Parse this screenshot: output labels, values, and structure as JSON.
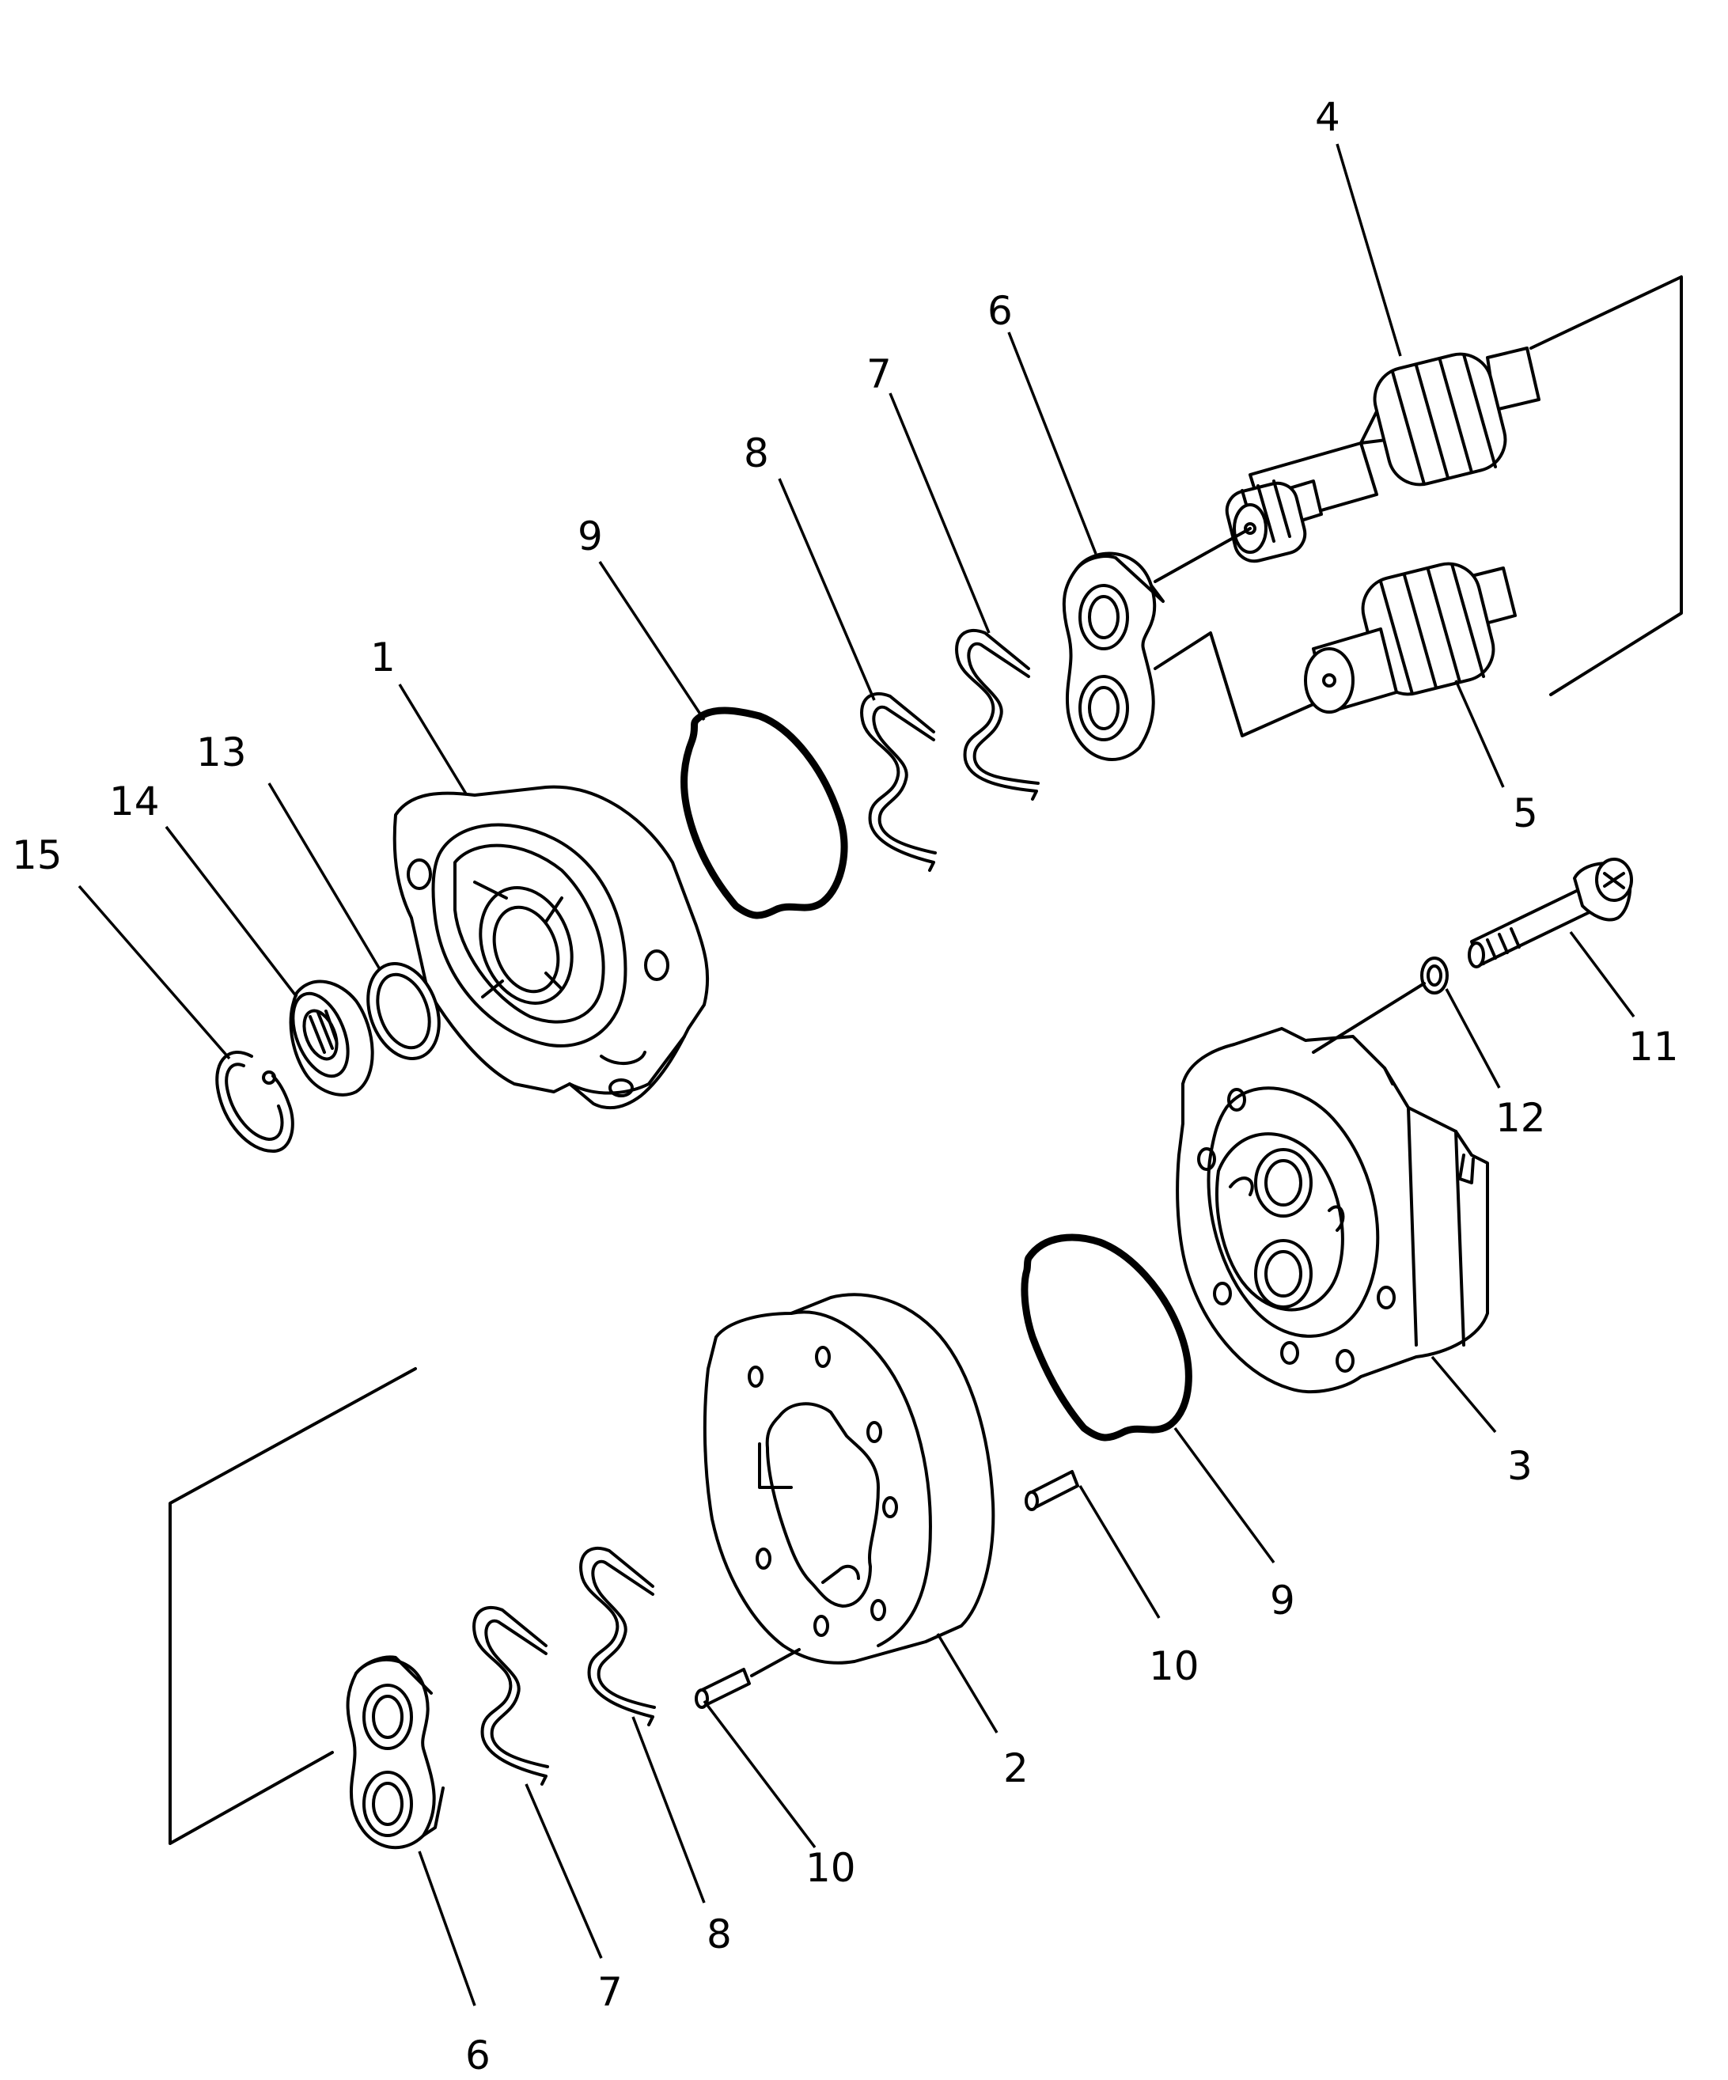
{
  "labels": {
    "l1": "1",
    "l2": "2",
    "l3": "3",
    "l4": "4",
    "l5": "5",
    "l6a": "6",
    "l6b": "6",
    "l7a": "7",
    "l7b": "7",
    "l8a": "8",
    "l8b": "8",
    "l9a": "9",
    "l9b": "9",
    "l10a": "10",
    "l10b": "10",
    "l11": "11",
    "l12": "12",
    "l13": "13",
    "l14": "14",
    "l15": "15"
  }
}
